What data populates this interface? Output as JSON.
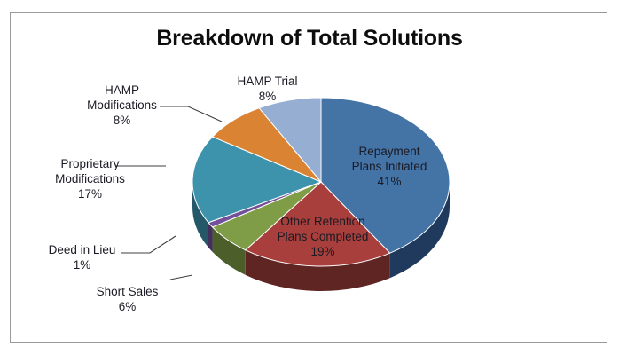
{
  "chart_data": {
    "type": "pie",
    "title": "Breakdown of Total Solutions",
    "xlabel": "",
    "ylabel": "",
    "legend": "none",
    "grid": false,
    "three_d": true,
    "categories": [
      "Repayment Plans Initiated",
      "Other Retention Plans Completed",
      "Short Sales",
      "Deed in Lieu",
      "Proprietary Modifications",
      "HAMP Modifications",
      "HAMP Trial"
    ],
    "values": [
      41,
      19,
      6,
      1,
      17,
      8,
      8
    ],
    "value_unit": "%",
    "colors": [
      "#4473a6",
      "#a93f3c",
      "#7f9c47",
      "#73519a",
      "#3d93ac",
      "#da8433",
      "#95aed2"
    ],
    "slices": [
      {
        "label": "Repayment Plans Initiated",
        "value": 41,
        "display": "41%",
        "color": "#4473a6",
        "side_color": "#1f3a5c",
        "label_position": "inside"
      },
      {
        "label": "Other Retention Plans Completed",
        "value": 19,
        "display": "19%",
        "color": "#a93f3c",
        "side_color": "#5e2523",
        "label_position": "inside"
      },
      {
        "label": "Short Sales",
        "value": 6,
        "display": "6%",
        "color": "#7f9c47",
        "side_color": "#4c5e2a",
        "label_position": "callout"
      },
      {
        "label": "Deed in Lieu",
        "value": 1,
        "display": "1%",
        "color": "#73519a",
        "side_color": "#432f5b",
        "label_position": "callout"
      },
      {
        "label": "Proprietary Modifications",
        "value": 17,
        "display": "17%",
        "color": "#3d93ac",
        "side_color": "#245869",
        "label_position": "callout"
      },
      {
        "label": "HAMP Modifications",
        "value": 8,
        "display": "8%",
        "color": "#da8433",
        "side_color": "#83501f",
        "label_position": "callout"
      },
      {
        "label": "HAMP Trial",
        "value": 8,
        "display": "8%",
        "color": "#95aed2",
        "side_color": "#59687e",
        "label_position": "callout"
      }
    ]
  },
  "labels": {
    "repayment_line1": "Repayment",
    "repayment_line2": "Plans Initiated",
    "repayment_value": "41%",
    "other_line1": "Other Retention",
    "other_line2": "Plans Completed",
    "other_value": "19%",
    "hamp_trial_line1": "HAMP Trial",
    "hamp_trial_value": "8%",
    "hamp_mods_line1": "HAMP",
    "hamp_mods_line2": "Modifications",
    "hamp_mods_value": "8%",
    "proprietary_line1": "Proprietary",
    "proprietary_line2": "Modifications",
    "proprietary_value": "17%",
    "deed_line1": "Deed in Lieu",
    "deed_value": "1%",
    "short_sales_line1": "Short Sales",
    "short_sales_value": "6%"
  }
}
